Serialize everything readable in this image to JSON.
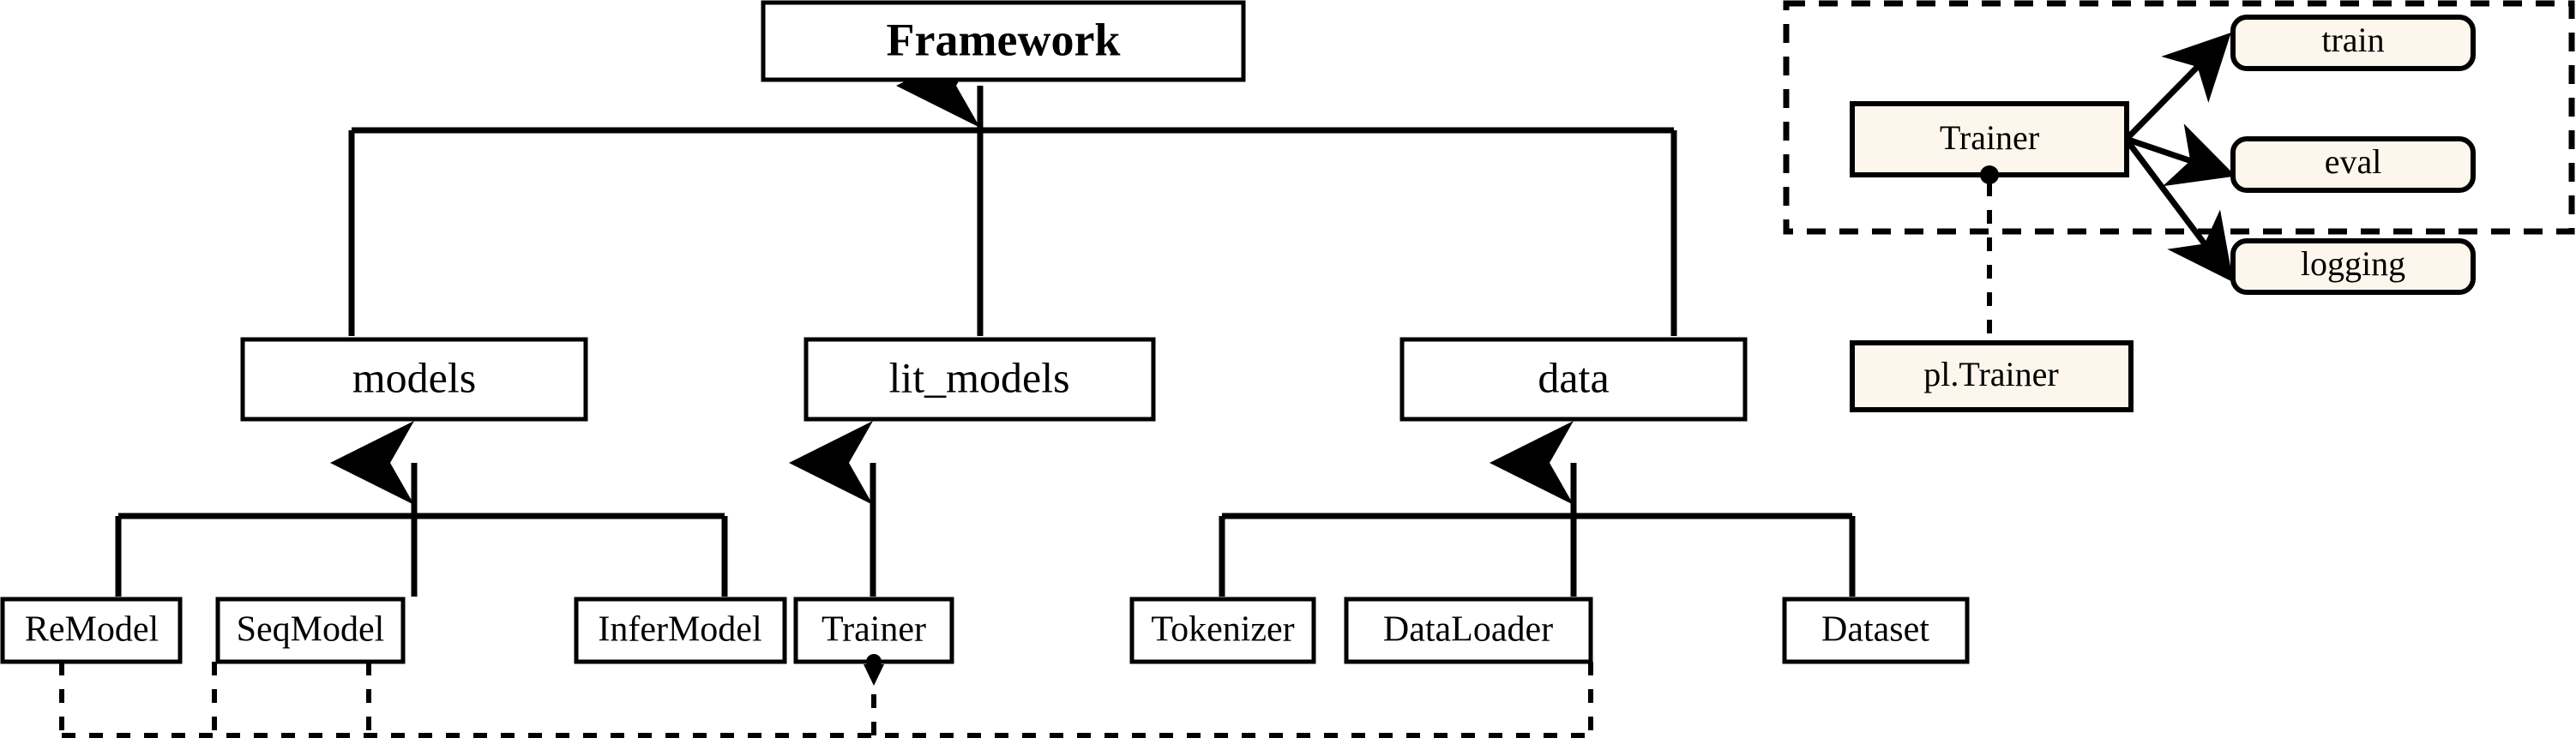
{
  "diagram": {
    "title_node": {
      "label": "Framework"
    },
    "level2": [
      {
        "id": "models",
        "label": "models"
      },
      {
        "id": "lit_models",
        "label": "lit_models"
      },
      {
        "id": "data",
        "label": "data"
      }
    ],
    "level3": [
      {
        "id": "remodel",
        "label": "ReModel"
      },
      {
        "id": "seqmodel",
        "label": "SeqModel"
      },
      {
        "id": "infermodel",
        "label": "InferModel"
      },
      {
        "id": "trainer",
        "label": "Trainer"
      },
      {
        "id": "tokenizer",
        "label": "Tokenizer"
      },
      {
        "id": "dataloader",
        "label": "DataLoader"
      },
      {
        "id": "dataset",
        "label": "Dataset"
      }
    ],
    "panel": {
      "name": "trainer-detail-panel",
      "main": {
        "label": "Trainer"
      },
      "methods": [
        {
          "id": "train",
          "label": "train"
        },
        {
          "id": "eval",
          "label": "eval"
        },
        {
          "id": "logging",
          "label": "logging"
        }
      ],
      "base": {
        "label": "pl.Trainer"
      }
    },
    "colors": {
      "background": "#ffffff",
      "stroke": "#000000",
      "box_fill": "#ffffff",
      "cream_fill": "#fdf6ec"
    }
  }
}
